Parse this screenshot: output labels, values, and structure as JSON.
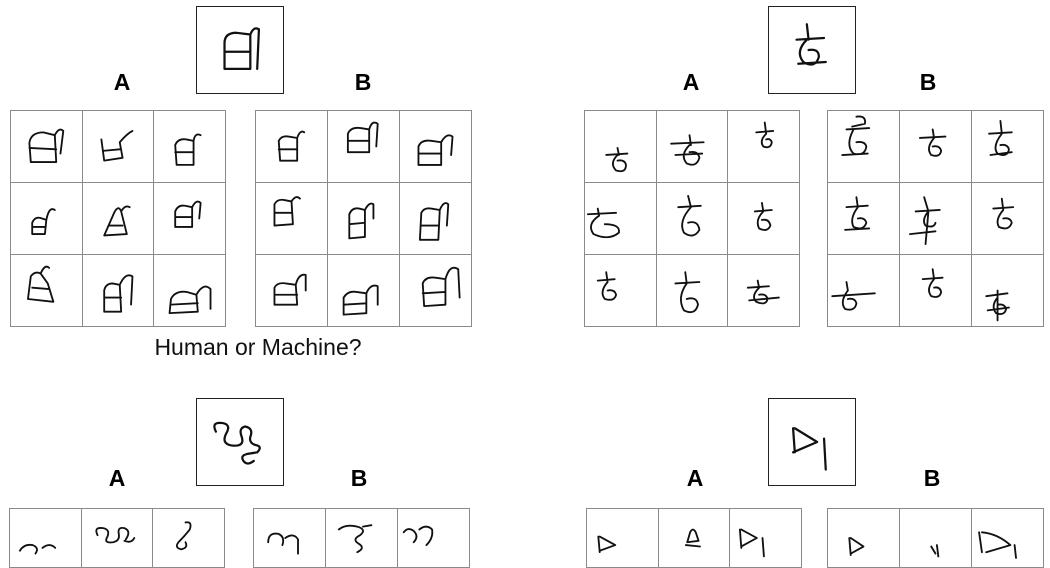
{
  "question": "Human or Machine?",
  "panels": [
    {
      "id": "p1",
      "target_glyph": "arch-box-glyph",
      "label_a": "A",
      "label_b": "B"
    },
    {
      "id": "p2",
      "target_glyph": "loop-cross-glyph",
      "label_a": "A",
      "label_b": "B"
    },
    {
      "id": "p3",
      "target_glyph": "curl-scribble-glyph",
      "label_a": "A",
      "label_b": "B"
    },
    {
      "id": "p4",
      "target_glyph": "triangle-bar-glyph",
      "label_a": "A",
      "label_b": "B"
    }
  ]
}
